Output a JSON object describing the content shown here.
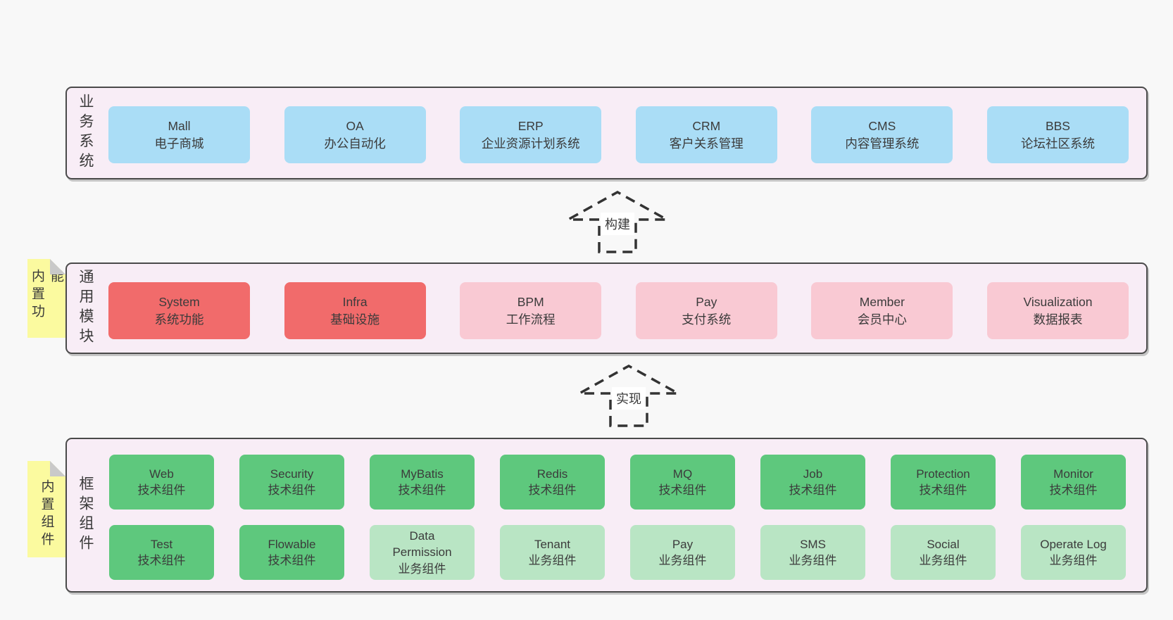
{
  "colors": {
    "blue": "#aaddf6",
    "red": "#f16b6b",
    "pink": "#f9c9d3",
    "green": "#5ec87d",
    "green_light": "#b9e5c4",
    "note_yellow": "#fbfa9f",
    "layer_bg": "#f8edf6",
    "border": "#4a4a4a",
    "page_bg": "#f8f8f8"
  },
  "layers": [
    {
      "side_label": "业务系统",
      "rows": [
        [
          {
            "name": "Mall",
            "desc": "电子商城",
            "color": "blue"
          },
          {
            "name": "OA",
            "desc": "办公自动化",
            "color": "blue"
          },
          {
            "name": "ERP",
            "desc": "企业资源计划系统",
            "color": "blue"
          },
          {
            "name": "CRM",
            "desc": "客户关系管理",
            "color": "blue"
          },
          {
            "name": "CMS",
            "desc": "内容管理系统",
            "color": "blue"
          },
          {
            "name": "BBS",
            "desc": "论坛社区系统",
            "color": "blue"
          }
        ]
      ]
    },
    {
      "side_label": "通用模块",
      "note": "内置功能",
      "rows": [
        [
          {
            "name": "System",
            "desc": "系统功能",
            "color": "red"
          },
          {
            "name": "Infra",
            "desc": "基础设施",
            "color": "red"
          },
          {
            "name": "BPM",
            "desc": "工作流程",
            "color": "pink"
          },
          {
            "name": "Pay",
            "desc": "支付系统",
            "color": "pink"
          },
          {
            "name": "Member",
            "desc": "会员中心",
            "color": "pink"
          },
          {
            "name": "Visualization",
            "desc": "数据报表",
            "color": "pink"
          }
        ]
      ]
    },
    {
      "side_label": "框架组件",
      "note": "内置组件",
      "rows": [
        [
          {
            "name": "Web",
            "desc": "技术组件",
            "color": "green"
          },
          {
            "name": "Security",
            "desc": "技术组件",
            "color": "green"
          },
          {
            "name": "MyBatis",
            "desc": "技术组件",
            "color": "green"
          },
          {
            "name": "Redis",
            "desc": "技术组件",
            "color": "green"
          },
          {
            "name": "MQ",
            "desc": "技术组件",
            "color": "green"
          },
          {
            "name": "Job",
            "desc": "技术组件",
            "color": "green"
          },
          {
            "name": "Protection",
            "desc": "技术组件",
            "color": "green"
          },
          {
            "name": "Monitor",
            "desc": "技术组件",
            "color": "green"
          }
        ],
        [
          {
            "name": "Test",
            "desc": "技术组件",
            "color": "green"
          },
          {
            "name": "Flowable",
            "desc": "技术组件",
            "color": "green"
          },
          {
            "name": "Data\nPermission",
            "desc": "业务组件",
            "color": "green_light"
          },
          {
            "name": "Tenant",
            "desc": "业务组件",
            "color": "green_light"
          },
          {
            "name": "Pay",
            "desc": "业务组件",
            "color": "green_light"
          },
          {
            "name": "SMS",
            "desc": "业务组件",
            "color": "green_light"
          },
          {
            "name": "Social",
            "desc": "业务组件",
            "color": "green_light"
          },
          {
            "name": "Operate Log",
            "desc": "业务组件",
            "color": "green_light"
          }
        ]
      ]
    }
  ],
  "arrows": [
    {
      "label": "构建"
    },
    {
      "label": "实现"
    }
  ]
}
